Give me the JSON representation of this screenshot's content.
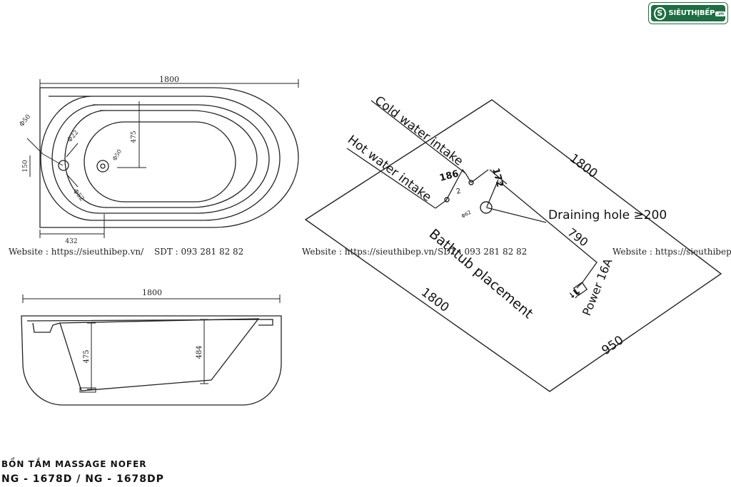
{
  "brand": {
    "name": "SIÊUTHỊBẾP",
    "badge": ".vn",
    "mark": "S"
  },
  "watermark": {
    "website": "Website : https://sieuthibep.vn/",
    "phone": "SDT : 093 281 82 82",
    "website_cut": "Website : https://sieuthibep."
  },
  "top_view": {
    "length": "1800",
    "depth": "475",
    "hole_a": "Φ50",
    "hole_b": "Φ22",
    "hole_c": "Φ52",
    "side": "150",
    "offset": "432",
    "drain": "Φ50"
  },
  "side_view": {
    "length": "1800",
    "inner": "475",
    "outer": "484"
  },
  "placement": {
    "cold": "Cold water intake",
    "hot": "Hot water intake",
    "dim_186": "186",
    "dim_172": "172",
    "dim_2": "2",
    "dim_d62": "Φ62",
    "draining": "Draining hole ≥200",
    "dim_790": "790",
    "power": "Power 16A",
    "plug": "↓L",
    "placement": "Bathtub placement",
    "side_1800_top": "1800",
    "side_1800_bottom": "1800",
    "side_950": "950"
  },
  "product": {
    "name": "BỒN TẮM MASSAGE NOFER",
    "models": "NG - 1678D / NG - 1678DP"
  }
}
